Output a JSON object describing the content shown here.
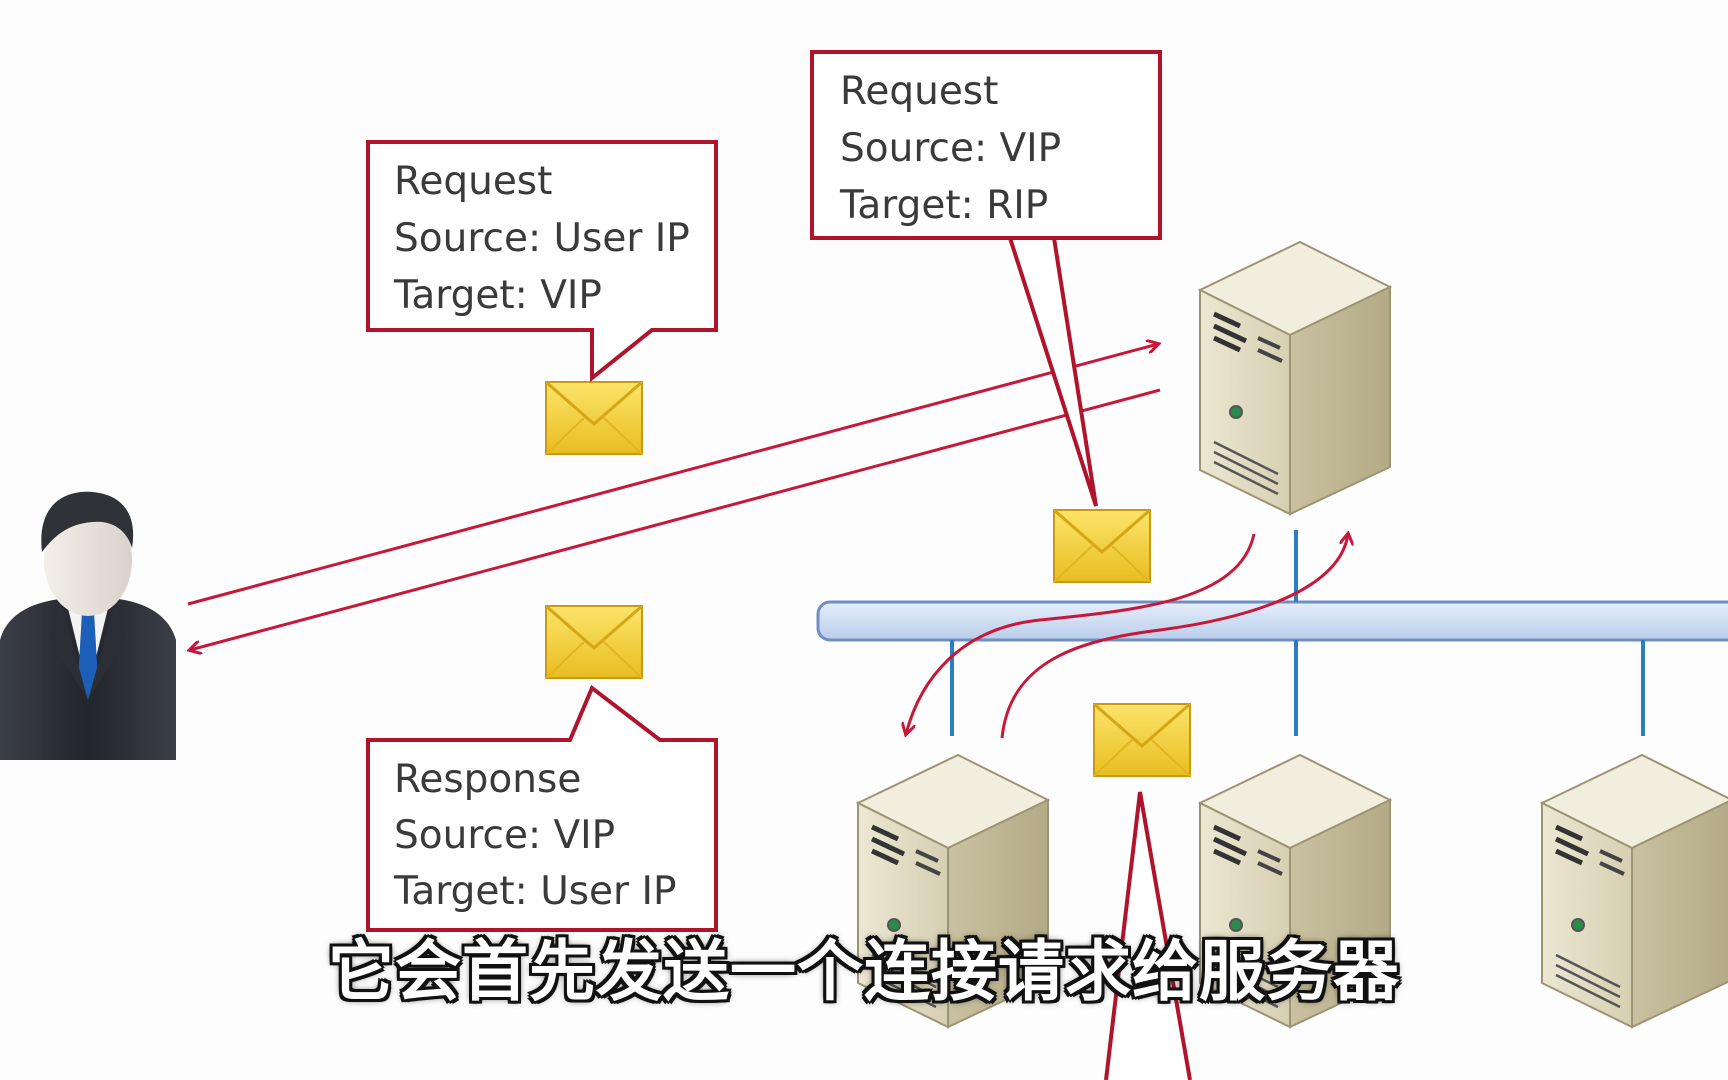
{
  "callouts": {
    "client_request": {
      "lines": [
        "Request",
        "Source: User IP",
        "Target: VIP"
      ]
    },
    "lb_request": {
      "lines": [
        "Request",
        "Source: VIP",
        "Target: RIP"
      ]
    },
    "response": {
      "lines": [
        "Response",
        "Source: VIP",
        "Target: User IP"
      ]
    }
  },
  "subtitle": "它会首先发送一个连接请求给服务器",
  "icons": {
    "user": "user-icon",
    "server": "server-icon",
    "envelope": "envelope-icon"
  },
  "colors": {
    "callout_border": "#b0142c",
    "arrow": "#c8183a",
    "network_bus": "#cfe0f6",
    "network_link": "#2a7fc0",
    "envelope": "#f4cf3e"
  }
}
